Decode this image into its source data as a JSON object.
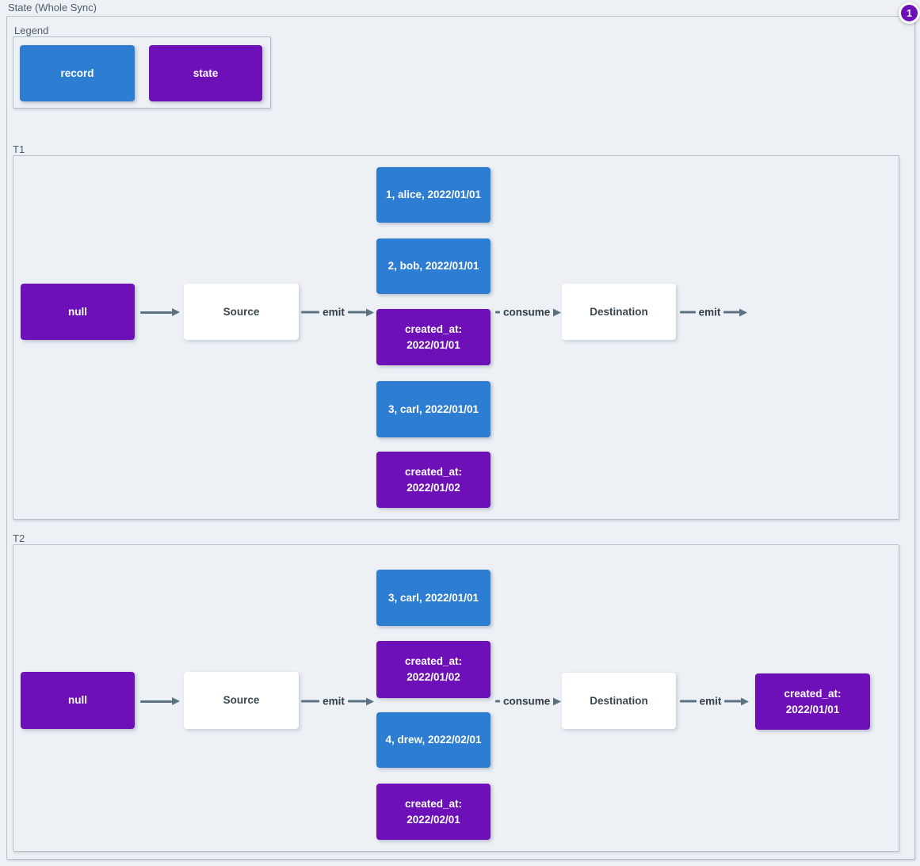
{
  "page": {
    "title": "State (Whole Sync)",
    "badge": "1"
  },
  "colors": {
    "record": "#2d7dd2",
    "state": "#6e10b8",
    "arrow": "#5b7282",
    "background": "#edf0f5"
  },
  "legend": {
    "label": "Legend",
    "items": [
      {
        "label": "record",
        "type": "record"
      },
      {
        "label": "state",
        "type": "state"
      }
    ]
  },
  "sections": [
    {
      "label": "T1",
      "start": {
        "label": "null",
        "type": "state"
      },
      "source": {
        "label": "Source"
      },
      "emit_label": "emit",
      "messages": [
        {
          "label": "1, alice, 2022/01/01",
          "type": "record"
        },
        {
          "label": "2, bob, 2022/01/01",
          "type": "record"
        },
        {
          "lines": [
            "created_at:",
            "2022/01/01"
          ],
          "type": "state"
        },
        {
          "label": "3, carl, 2022/01/01",
          "type": "record"
        },
        {
          "lines": [
            "created_at:",
            "2022/01/02"
          ],
          "type": "state"
        }
      ],
      "consume_label": "consume",
      "destination": {
        "label": "Destination"
      },
      "emit_out_label": "emit"
    },
    {
      "label": "T2",
      "start": {
        "label": "null",
        "type": "state"
      },
      "source": {
        "label": "Source"
      },
      "emit_label": "emit",
      "messages": [
        {
          "label": "3, carl, 2022/01/01",
          "type": "record"
        },
        {
          "lines": [
            "created_at:",
            "2022/01/02"
          ],
          "type": "state"
        },
        {
          "label": "4, drew, 2022/02/01",
          "type": "record"
        },
        {
          "lines": [
            "created_at:",
            "2022/02/01"
          ],
          "type": "state"
        }
      ],
      "consume_label": "consume",
      "destination": {
        "label": "Destination"
      },
      "emit_out_label": "emit",
      "emitted_state": {
        "lines": [
          "created_at:",
          "2022/01/01"
        ],
        "type": "state"
      }
    }
  ]
}
